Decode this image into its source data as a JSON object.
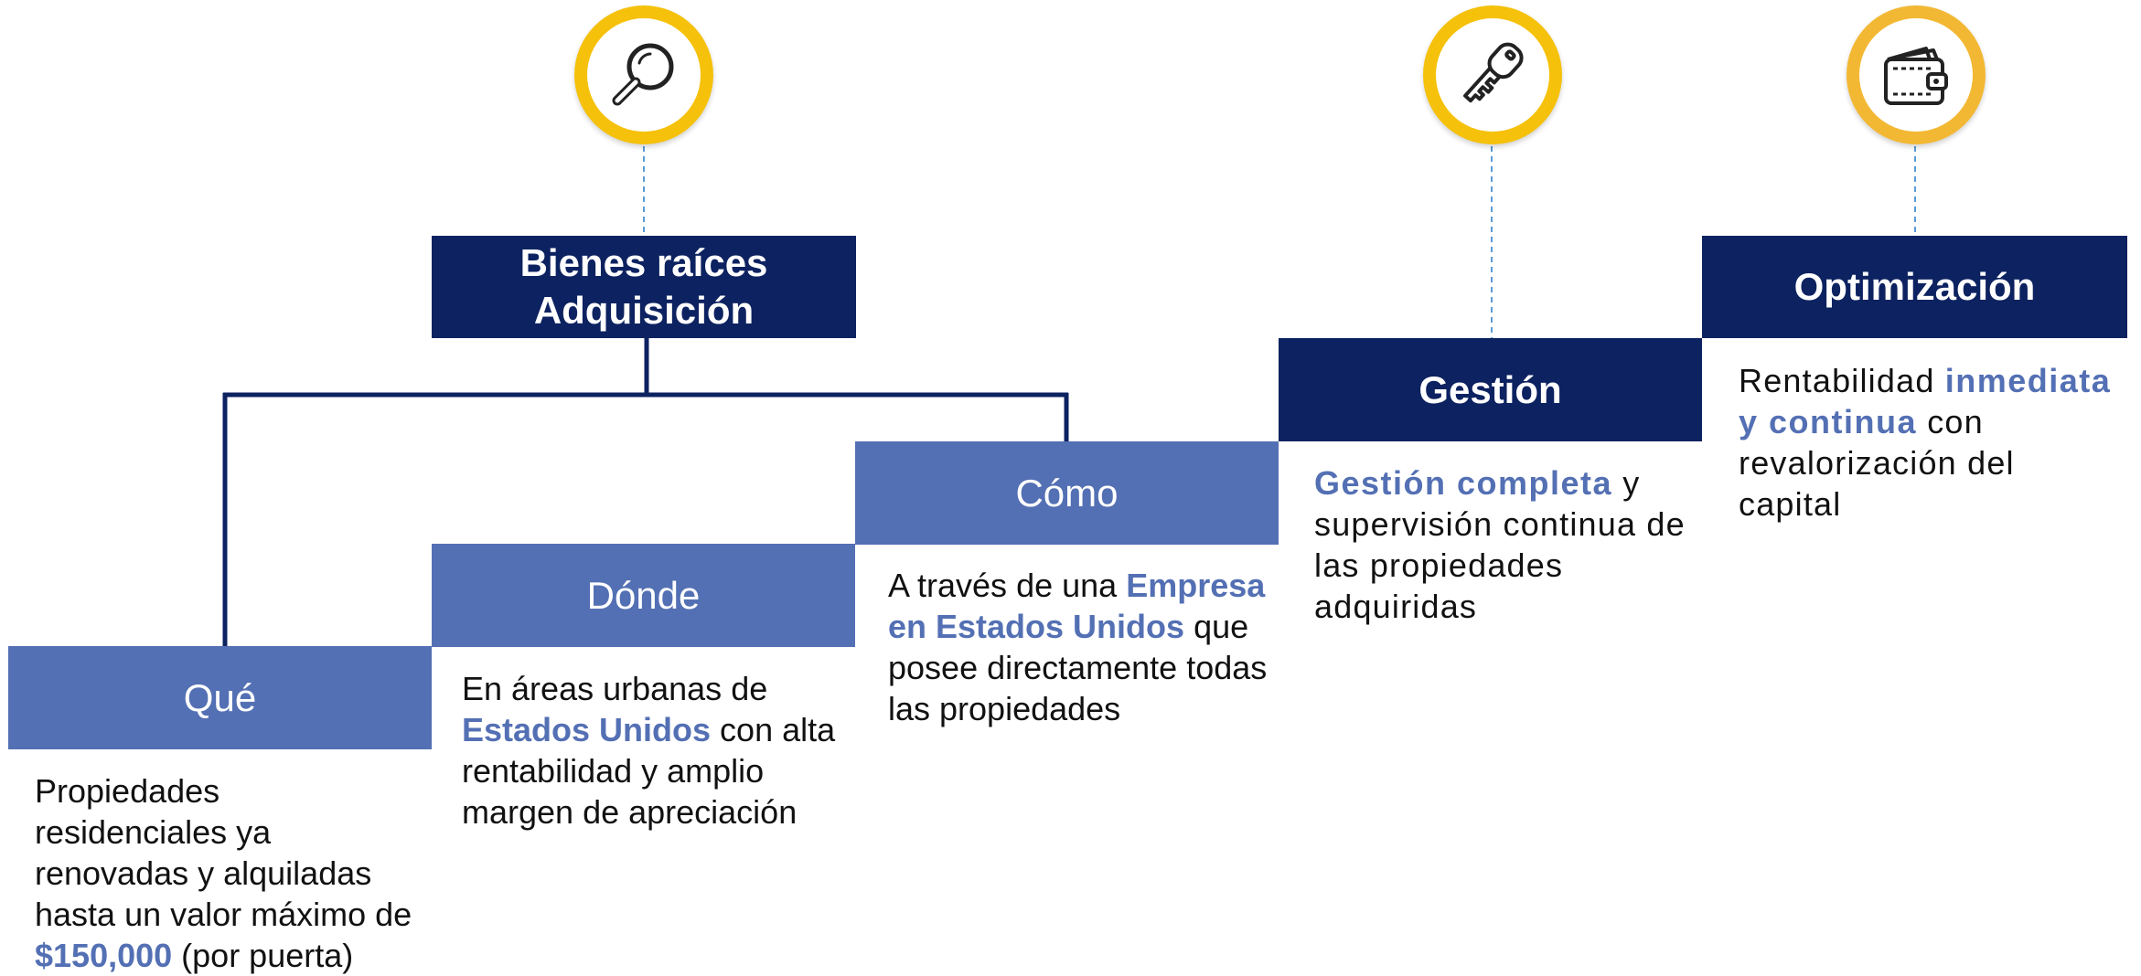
{
  "colors": {
    "dark_navy": "#0d2260",
    "medium_blue": "#5470b4",
    "gold": "#f5c10a",
    "highlight": "#5470b4"
  },
  "icons": [
    "magnifier-icon",
    "key-icon",
    "wallet-icon"
  ],
  "acquisition": {
    "title_line1": "Bienes raíces",
    "title_line2": "Adquisición"
  },
  "steps": {
    "que": {
      "label": "Qué",
      "desc": [
        "Propiedades",
        "residenciales ya",
        "renovadas y alquiladas",
        "hasta un valor máximo de"
      ],
      "desc_highlight": "$150,000",
      "desc_tail": " (por puerta)"
    },
    "donde": {
      "label": "Dónde",
      "desc_line1": "En áreas urbanas de",
      "desc_highlight": "Estados Unidos",
      "desc_line2_tail": " con alta",
      "desc_line3": "rentabilidad y amplio",
      "desc_line4": "margen de apreciación"
    },
    "como": {
      "label": "Cómo",
      "desc_line1_head": "A través de una ",
      "desc_highlight1": "Empresa",
      "desc_highlight2": "en Estados Unidos",
      "desc_line2_tail": " que",
      "desc_line3": "posee directamente todas",
      "desc_line4": "las propiedades"
    },
    "gestion": {
      "label": "Gestión",
      "desc_highlight": "Gestión completa",
      "desc_line1_tail": " y",
      "desc_line2": "supervisión continua de",
      "desc_line3": "las propiedades",
      "desc_line4": "adquiridas"
    },
    "optimizacion": {
      "label": "Optimización",
      "desc_line1_head": "Rentabilidad ",
      "desc_highlight1": "inmediata",
      "desc_highlight2": "y continua",
      "desc_line2_tail": " con",
      "desc_line3": "revalorización del",
      "desc_line4": "capital"
    }
  }
}
